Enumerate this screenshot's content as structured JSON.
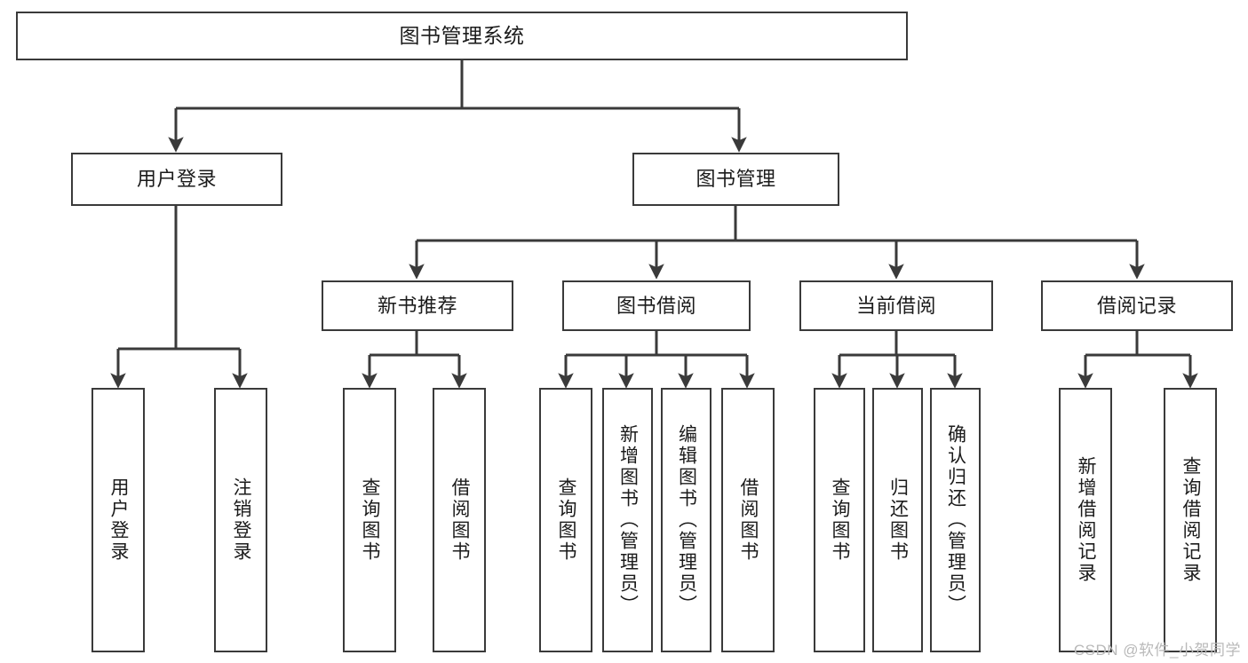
{
  "diagram": {
    "title": "图书管理系统",
    "type": "tree",
    "stroke_color": "#3a3a3a",
    "background_color": "#ffffff",
    "nodes": {
      "root": {
        "label": "图书管理系统"
      },
      "user_login": {
        "label": "用户登录"
      },
      "book_mgmt": {
        "label": "图书管理"
      },
      "new_rec": {
        "label": "新书推荐"
      },
      "book_borrow": {
        "label": "图书借阅"
      },
      "cur_borrow": {
        "label": "当前借阅"
      },
      "borrow_log": {
        "label": "借阅记录"
      },
      "leaf_1_1": {
        "label": "用户登录"
      },
      "leaf_1_2": {
        "label": "注销登录"
      },
      "leaf_2_1": {
        "label": "查询图书"
      },
      "leaf_2_2": {
        "label": "借阅图书"
      },
      "leaf_3_1": {
        "label": "查询图书"
      },
      "leaf_3_2": {
        "label": "新增图书（管理员）"
      },
      "leaf_3_3": {
        "label": "编辑图书（管理员）"
      },
      "leaf_3_4": {
        "label": "借阅图书"
      },
      "leaf_4_1": {
        "label": "查询图书"
      },
      "leaf_4_2": {
        "label": "归还图书"
      },
      "leaf_4_3": {
        "label": "确认归还（管理员）"
      },
      "leaf_5_1": {
        "label": "新增借阅记录"
      },
      "leaf_5_2": {
        "label": "查询借阅记录"
      }
    }
  },
  "watermark": {
    "text": "CSDN @软件_小贺同学"
  }
}
